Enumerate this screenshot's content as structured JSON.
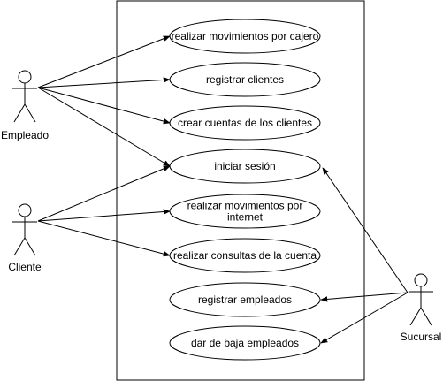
{
  "actors": [
    {
      "id": "empleado",
      "label": "Empleado"
    },
    {
      "id": "cliente",
      "label": "Cliente"
    },
    {
      "id": "sucursal",
      "label": "Sucursal"
    }
  ],
  "use_cases": [
    {
      "id": "uc_cajero",
      "lines": [
        "realizar movimientos por cajero"
      ]
    },
    {
      "id": "uc_registrar_clientes",
      "lines": [
        "registrar clientes"
      ]
    },
    {
      "id": "uc_crear_cuentas",
      "lines": [
        "crear cuentas de los clientes"
      ]
    },
    {
      "id": "uc_iniciar_sesion",
      "lines": [
        "iniciar sesión"
      ]
    },
    {
      "id": "uc_internet",
      "lines": [
        "realizar movimientos por",
        "internet"
      ]
    },
    {
      "id": "uc_consultas",
      "lines": [
        "realizar consultas de la cuenta"
      ]
    },
    {
      "id": "uc_registrar_empleados",
      "lines": [
        "registrar empleados"
      ]
    },
    {
      "id": "uc_baja_empleados",
      "lines": [
        "dar de baja empleados"
      ]
    }
  ],
  "associations": [
    {
      "from": "empleado",
      "to": "uc_cajero"
    },
    {
      "from": "empleado",
      "to": "uc_registrar_clientes"
    },
    {
      "from": "empleado",
      "to": "uc_crear_cuentas"
    },
    {
      "from": "empleado",
      "to": "uc_iniciar_sesion"
    },
    {
      "from": "cliente",
      "to": "uc_iniciar_sesion"
    },
    {
      "from": "cliente",
      "to": "uc_internet"
    },
    {
      "from": "cliente",
      "to": "uc_consultas"
    },
    {
      "from": "sucursal",
      "to": "uc_iniciar_sesion"
    },
    {
      "from": "sucursal",
      "to": "uc_registrar_empleados"
    },
    {
      "from": "sucursal",
      "to": "uc_baja_empleados"
    }
  ]
}
